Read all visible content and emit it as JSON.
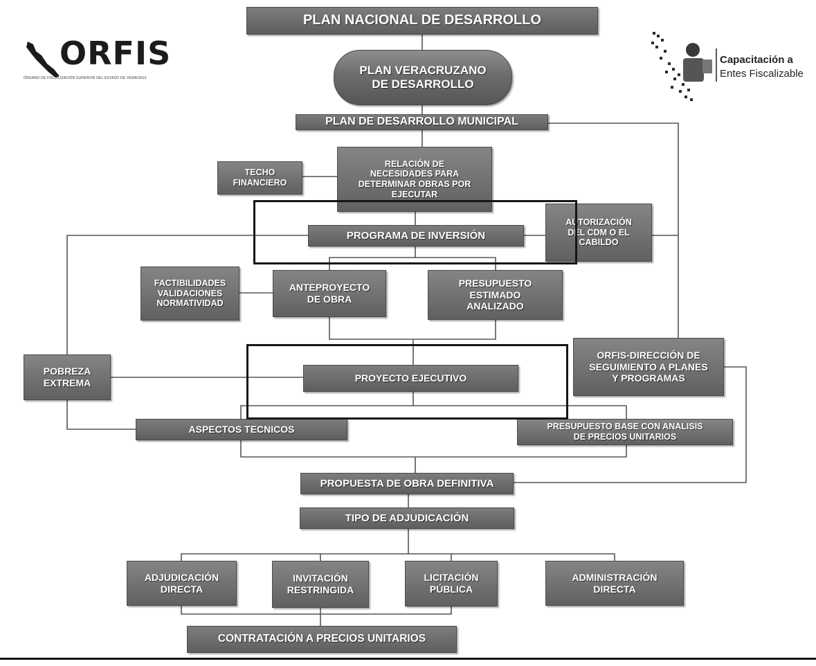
{
  "logos": {
    "orfis": {
      "wordmark": "ORFIS",
      "tagline": "ÓRGANO DE FISCALIZACIÓN SUPERIOR DEL ESTADO DE VERACRUZ"
    },
    "capacitacion": {
      "title": "Capacitación a",
      "subtitle": "Entes Fiscalizable"
    }
  },
  "colors": {
    "box_fill": "#6c6c6c",
    "box_text": "#ffffff",
    "connector": "#555555",
    "highlight_frame": "#151515"
  },
  "nodes": {
    "plan_nacional": "PLAN NACIONAL DE DESARROLLO",
    "plan_veracruzano": "PLAN VERACRUZANO\nDE DESARROLLO",
    "plan_municipal": "PLAN DE DESARROLLO MUNICIPAL",
    "relacion_necesidades": "RELACIÓN DE\nNECESIDADES PARA\nDETERMINAR OBRAS POR\nEJECUTAR",
    "techo_financiero": "TECHO\nFINANCIERO",
    "programa_inversion": "PROGRAMA DE INVERSIÓN",
    "autorizacion": "AUTORIZACIÓN\nDEL CDM O EL\nCABILDO",
    "factibilidades": "FACTIBILIDADES\nVALIDACIONES\nNORMATIVIDAD",
    "anteproyecto": "ANTEPROYECTO\nDE OBRA",
    "presupuesto_estimado": "PRESUPUESTO\nESTIMADO\nANALIZADO",
    "pobreza_extrema": "POBREZA\nEXTREMA",
    "proyecto_ejecutivo": "PROYECTO EJECUTIVO",
    "orfis_direccion": "ORFIS-DIRECCIÓN DE\nSEGUIMIENTO A PLANES\nY PROGRAMAS",
    "aspectos_tecnicos": "ASPECTOS TECNICOS",
    "presupuesto_base": "PRESUPUESTO BASE  CON ANALISIS\nDE PRECIOS UNITARIOS",
    "propuesta_obra": "PROPUESTA DE OBRA DEFINITIVA",
    "tipo_adjudicacion": "TIPO DE ADJUDICACIÓN",
    "adjudicacion_directa": "ADJUDICACIÓN\nDIRECTA",
    "invitacion_restringida": "INVITACIÓN\nRESTRINGIDA",
    "licitacion_publica": "LICITACIÓN\nPÚBLICA",
    "administracion_directa": "ADMINISTRACIÓN\nDIRECTA",
    "contratacion": "CONTRATACIÓN A PRECIOS UNITARIOS"
  }
}
